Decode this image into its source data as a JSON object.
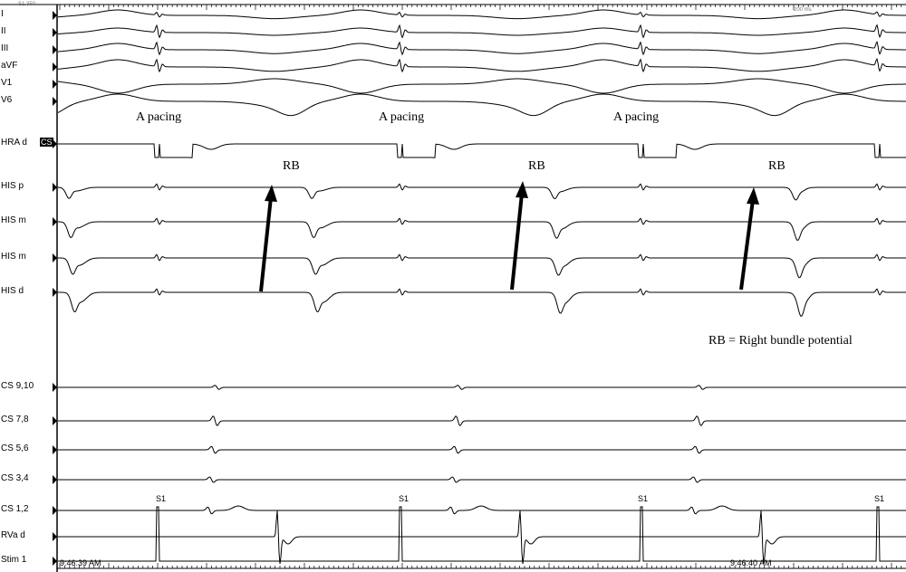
{
  "header": {
    "sweep_info": "S1 350",
    "scale_label": "200 ms"
  },
  "channels": [
    {
      "label": "I"
    },
    {
      "label": "II"
    },
    {
      "label": "III"
    },
    {
      "label": "aVF"
    },
    {
      "label": "V1"
    },
    {
      "label": "V6"
    },
    {
      "label": "HRA d",
      "badge": "CS"
    },
    {
      "label": "HIS p"
    },
    {
      "label": "HIS m"
    },
    {
      "label": "HIS m"
    },
    {
      "label": "HIS d"
    },
    {
      "label": "CS 9,10"
    },
    {
      "label": "CS 7,8"
    },
    {
      "label": "CS 5,6"
    },
    {
      "label": "CS 3,4"
    },
    {
      "label": "CS 1,2"
    },
    {
      "label": "RVa d"
    },
    {
      "label": "Stim 1"
    }
  ],
  "annotations": {
    "pacing": [
      "A pacing",
      "A pacing",
      "A pacing"
    ],
    "rb": [
      "RB",
      "RB",
      "RB"
    ],
    "legend": "RB = Right bundle potential"
  },
  "stim_markers": [
    "S1",
    "S1",
    "S1",
    "S1"
  ],
  "timestamps": [
    "9:46:39 AM",
    "9:46:40 AM"
  ],
  "colors": {
    "trace": "#000000",
    "background": "#ffffff"
  }
}
